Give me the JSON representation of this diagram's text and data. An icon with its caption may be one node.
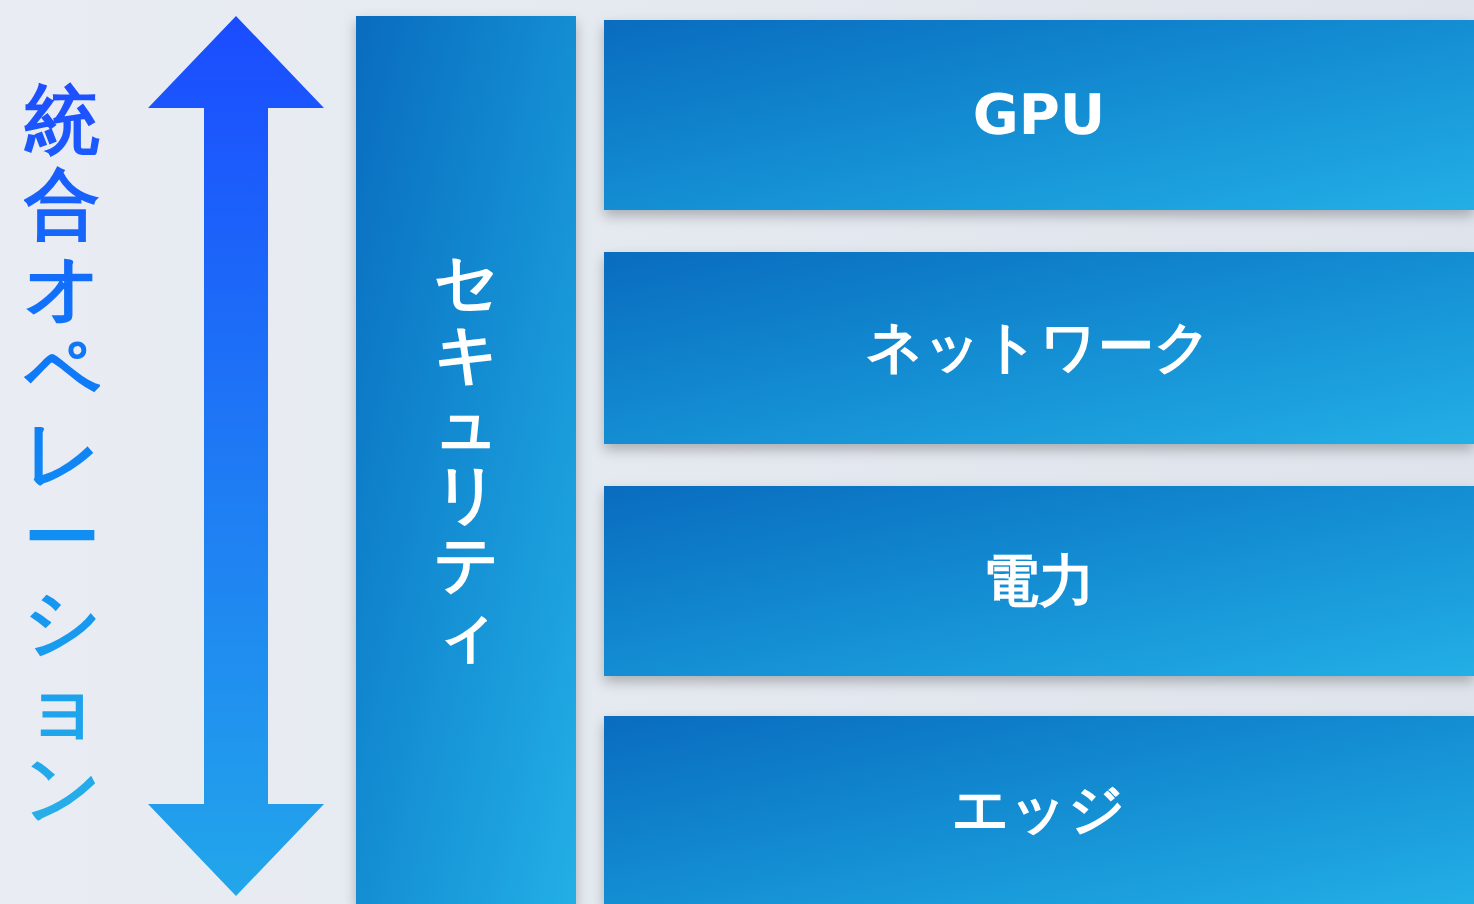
{
  "diagram": {
    "nodes": [
      {
        "text": [
          "セキュリティ"
        ]
      },
      {
        "text": [
          "GPU"
        ]
      },
      {
        "text": [
          "ネットワーク"
        ]
      },
      {
        "text": [
          "電力"
        ]
      },
      {
        "text": [
          "エッジ"
        ]
      }
    ],
    "labels": [
      "統合オペレーション"
    ]
  }
}
